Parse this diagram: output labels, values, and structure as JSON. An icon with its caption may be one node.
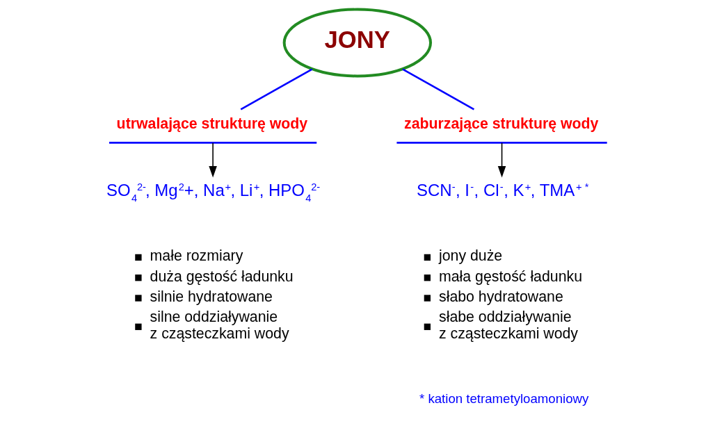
{
  "diagram": {
    "nodes": [
      {
        "text": [
          "JONY"
        ]
      },
      {
        "text": [
          "utrwalające strukturę wody"
        ]
      },
      {
        "text": [
          "zaburzające strukturę wody"
        ]
      },
      {
        "text": [
          "SO$_{4}$$^{2-}$, Mg$^{2}$+, Na$^{+}$, Li$^{+}$, HPO$_{4}$$^{2-}$"
        ],
        "beside": [
          "małe rozmiary",
          "duża gęstość ładunku",
          "silnie hydratowane",
          "silne oddziaływanie z cząsteczkami wody"
        ]
      },
      {
        "text": [
          "SCN$^{-}$, I$^{-}$, Cl$^{-}$, K$^{+}$, TMA$^{+ *}$"
        ],
        "beside": [
          "jony duże",
          "mała gęstość ładunku",
          "słabo hydratowane",
          "słabe oddziaływanie z cząsteczkami wody"
        ]
      }
    ],
    "edges": [
      {
        "from": 0,
        "to": 1,
        "arrow": "none",
        "color": "#0000ff"
      },
      {
        "from": 0,
        "to": 2,
        "arrow": "none",
        "color": "#0000ff"
      },
      {
        "from": 1,
        "to": 3,
        "arrow": "to",
        "color": "#000000"
      },
      {
        "from": 2,
        "to": 4,
        "arrow": "to",
        "color": "#000000"
      }
    ],
    "labels": [
      "* kation tetrametyloamoniowy"
    ]
  }
}
